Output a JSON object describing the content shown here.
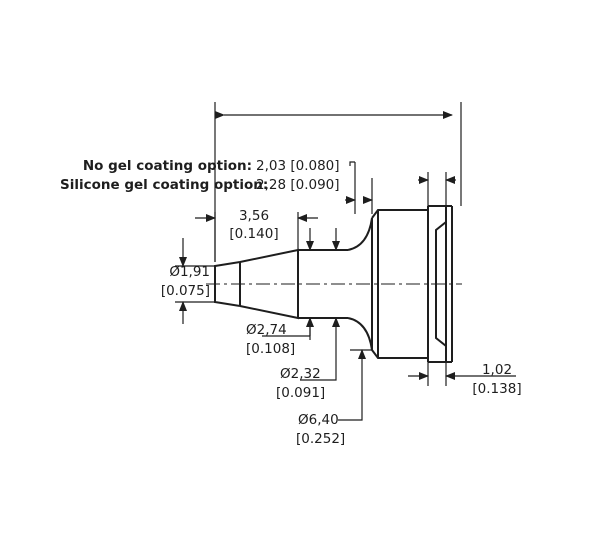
{
  "title": "",
  "colors": {
    "line": "#1e1e1e",
    "background": "#ffffff"
  },
  "annotations": {
    "no_gel": {
      "label": "No gel coating option:",
      "value": "2,03 [0.080]"
    },
    "silicone_gel": {
      "label": "Silicone gel coating option:",
      "value": "2,28 [0.090]"
    }
  },
  "dimensions": {
    "overall_length": {
      "value": ""
    },
    "tip_length": {
      "metric": "3,56",
      "imperial": "[0.140]"
    },
    "tip_diameter": {
      "metric": "Ø1,91",
      "imperial": "[0.075]"
    },
    "barb_diameter": {
      "metric": "Ø2,74",
      "imperial": "[0.108]"
    },
    "neck_diameter": {
      "metric": "Ø2,32",
      "imperial": "[0.091]"
    },
    "flange_diameter": {
      "metric": "Ø6,40",
      "imperial": "[0.252]"
    },
    "flange_thickness": {
      "metric": "1,02",
      "imperial": "[0.138]"
    }
  }
}
